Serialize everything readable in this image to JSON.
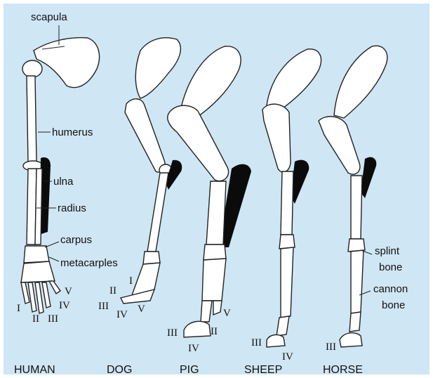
{
  "labels": {
    "scapula": "scapula",
    "humerus": "humerus",
    "ulna": "ulna",
    "radius": "radius",
    "carpus": "carpus",
    "metacarples": "metacarples",
    "splint_1": "splint",
    "splint_2": "bone",
    "cannon_1": "cannon",
    "cannon_2": "bone"
  },
  "digits": {
    "human": [
      "I",
      "II",
      "III",
      "IV",
      "V"
    ],
    "dog": [
      "I",
      "II",
      "III",
      "IV",
      "V"
    ],
    "pig": [
      "II",
      "III",
      "IV",
      "V"
    ],
    "sheep": [
      "III",
      "IV"
    ],
    "horse": [
      "III"
    ]
  },
  "species": [
    "HUMAN",
    "DOG",
    "PIG",
    "SHEEP",
    "HORSE"
  ],
  "colors": {
    "background": "#cfe6f4",
    "bone": "#ffffff",
    "shadow": "#0b0b0b",
    "outline": "#222222"
  }
}
